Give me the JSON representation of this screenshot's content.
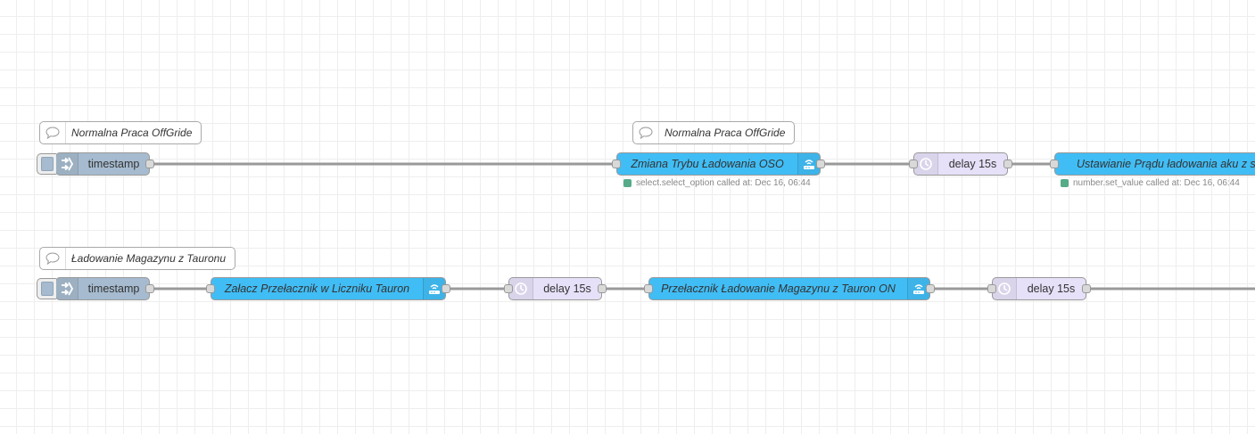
{
  "row1": {
    "comment_left": "Normalna Praca OffGride",
    "comment_mid": "Normalna Praca OffGride",
    "inject_label": "timestamp",
    "service1_label": "Zmiana Trybu Ładowania OSO",
    "service1_status": "select.select_option called at: Dec 16, 06:44",
    "delay_label": "delay 15s",
    "service2_label": "Ustawianie Prądu ładowania aku z sieci",
    "service2_status": "number.set_value called at: Dec 16, 06:44"
  },
  "row2": {
    "comment": "Ładowanie Magazynu z Tauronu",
    "inject_label": "timestamp",
    "service1_label": "Załacz Przełacznik w Liczniku Tauron",
    "delay1_label": "delay 15s",
    "service2_label": "Przełacznik Ładowanie Magazynu z Tauron ON",
    "delay2_label": "delay 15s"
  },
  "colors": {
    "inject": "#a6bbcf",
    "service": "#41bdf5",
    "delay": "#e6e0f8",
    "status_ok": "#55aa88"
  }
}
